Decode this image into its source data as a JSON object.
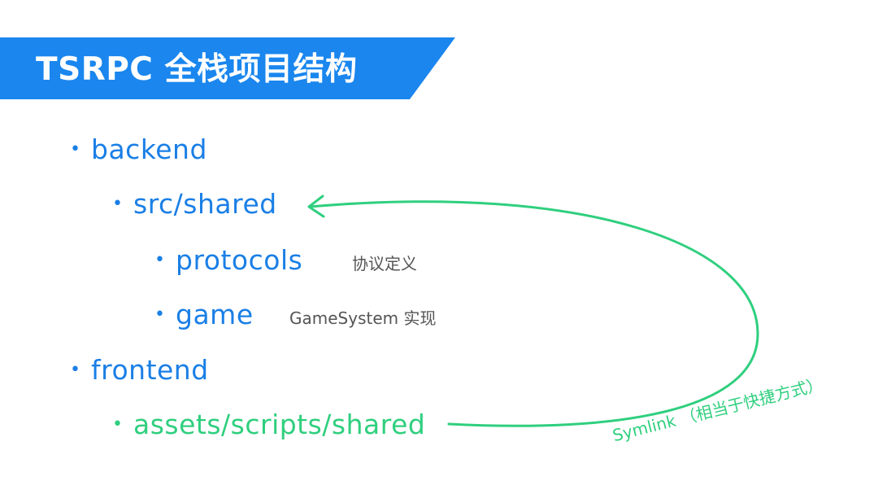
{
  "title": "TSRPC 全栈项目结构",
  "tree": {
    "backend": "backend",
    "src_shared": "src/shared",
    "protocols": "protocols",
    "protocols_note": "协议定义",
    "game": "game",
    "game_note": "GameSystem 实现",
    "frontend": "frontend",
    "assets_shared": "assets/scripts/shared"
  },
  "bullet": "•",
  "arrow_label": "Symlink （相当于快捷方式）",
  "colors": {
    "banner": "#1a86ee",
    "tree_text": "#1a7fe6",
    "symlink": "#2fcf7e",
    "note": "#555555"
  }
}
